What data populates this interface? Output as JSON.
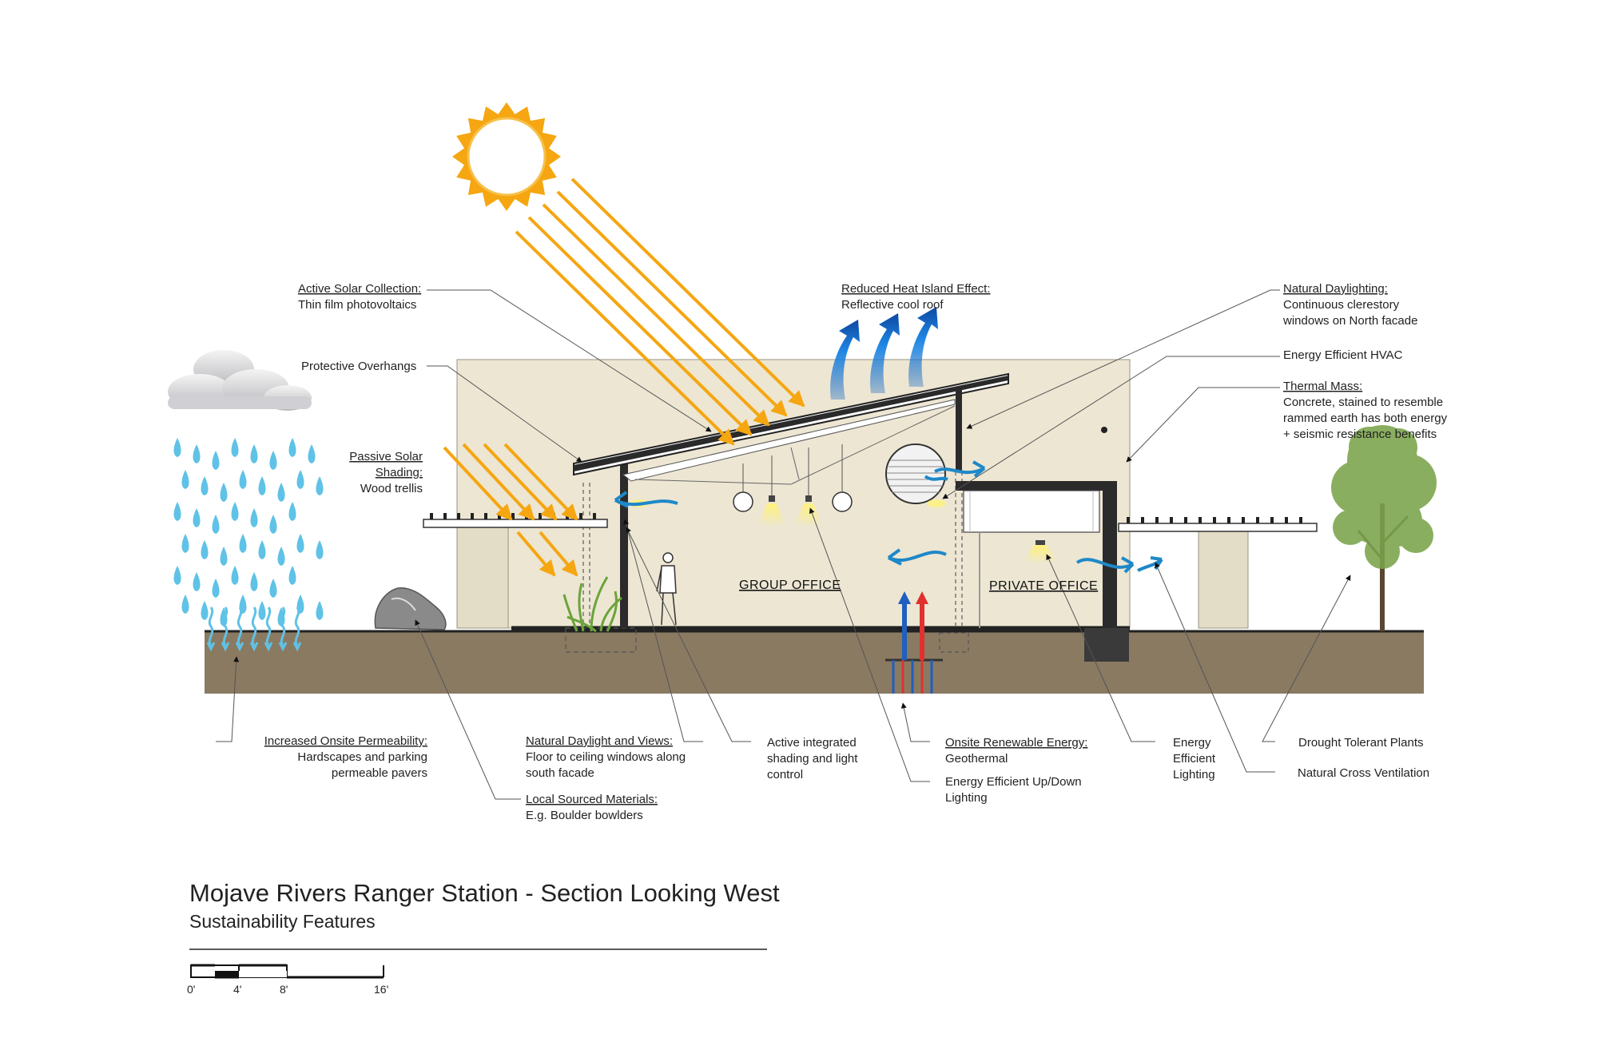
{
  "title": "Mojave Rivers Ranger Station - Section Looking West",
  "subtitle": "Sustainability Features",
  "rooms": {
    "group_office": "GROUP  OFFICE",
    "private_office": "PRIVATE  OFFICE"
  },
  "scale_bar": {
    "ticks": [
      "0'",
      "4'",
      "8'",
      "16'"
    ]
  },
  "annotations": {
    "active_solar": {
      "heading": "Active Solar Collection:",
      "lines": [
        "Thin film photovoltaics"
      ]
    },
    "overhangs": {
      "heading": "",
      "lines": [
        "Protective Overhangs"
      ]
    },
    "passive_solar": {
      "heading": "Passive Solar",
      "heading2": "Shading:",
      "lines": [
        "Wood trellis"
      ]
    },
    "heat_island": {
      "heading": "Reduced Heat Island Effect:",
      "lines": [
        "Reflective cool roof"
      ]
    },
    "daylighting": {
      "heading": "Natural Daylighting:",
      "lines": [
        "Continuous clerestory",
        "windows on North facade"
      ]
    },
    "hvac": {
      "heading": "",
      "lines": [
        "Energy Efficient HVAC"
      ]
    },
    "thermal_mass": {
      "heading": "Thermal Mass:",
      "lines": [
        "Concrete, stained to resemble",
        "rammed earth  has both energy",
        "+ seismic resistance benefits"
      ]
    },
    "permeability": {
      "heading": "Increased Onsite Permeability:",
      "lines": [
        "Hardscapes and parking",
        "permeable pavers"
      ]
    },
    "daylight_views": {
      "heading": "Natural Daylight and Views:",
      "lines": [
        "Floor to ceiling windows along",
        "south facade"
      ]
    },
    "local_materials": {
      "heading": "Local Sourced Materials:",
      "lines": [
        "E.g. Boulder bowlders"
      ]
    },
    "active_shading": {
      "heading": "",
      "lines": [
        "Active integrated",
        "shading and light",
        "control"
      ]
    },
    "renewable": {
      "heading": "Onsite Renewable Energy:",
      "lines": [
        "Geothermal"
      ]
    },
    "updown_lighting": {
      "heading": "",
      "lines": [
        "Energy Efficient Up/Down",
        "Lighting"
      ]
    },
    "efficient_lighting": {
      "heading": "",
      "lines": [
        "Energy",
        "Efficient",
        "Lighting"
      ]
    },
    "drought_plants": {
      "heading": "",
      "lines": [
        "Drought Tolerant Plants"
      ]
    },
    "cross_vent": {
      "heading": "",
      "lines": [
        "Natural Cross Ventilation"
      ]
    }
  },
  "colors": {
    "ground": "#8a7a62",
    "wall": "#ede6d3",
    "sun": "#f5a611",
    "sun_core": "#ffffff",
    "rain": "#5fc2e6",
    "air_arrow": "#1e88c8",
    "heat_arrow": "#2a7fc1",
    "geo_hot": "#e0312f",
    "geo_cold": "#1f5fbf",
    "tree": "#7aa34a",
    "roof": "#2a2a2a"
  }
}
